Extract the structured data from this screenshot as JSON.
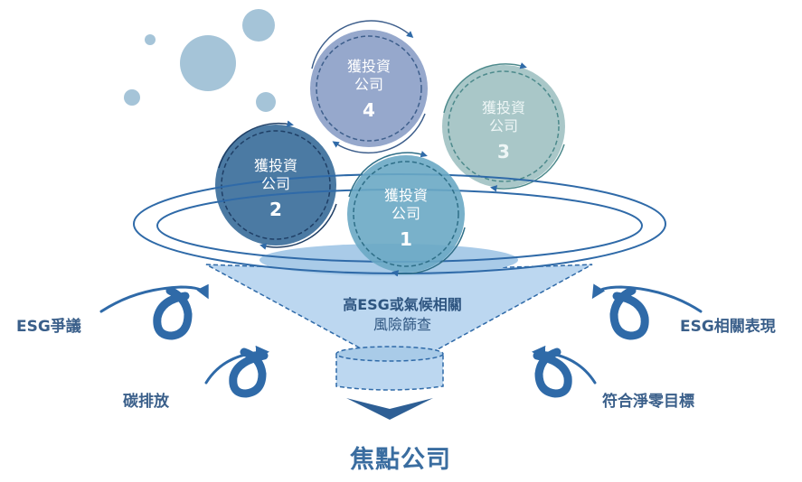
{
  "colors": {
    "navy": "#3a5f8a",
    "steel": "#5b8bb8",
    "funnel_fill": "#bcd7f0",
    "funnel_edge": "#2f6aa8",
    "arrow": "#2f6aa8",
    "ball1": "#6aa9c4",
    "ball2": "#4b7aa3",
    "ball3": "#a9c7c8",
    "ball4": "#96a8cc",
    "bubble": "#a5c4d8"
  },
  "companies": [
    {
      "label": "獲投資\n公司",
      "line1": "獲投資",
      "line2": "公司",
      "number": "1"
    },
    {
      "label": "獲投資\n公司",
      "line1": "獲投資",
      "line2": "公司",
      "number": "2"
    },
    {
      "label": "獲投資\n公司",
      "line1": "獲投資",
      "line2": "公司",
      "number": "3"
    },
    {
      "label": "獲投資\n公司",
      "line1": "獲投資",
      "line2": "公司",
      "number": "4"
    }
  ],
  "funnel": {
    "line1": "高ESG或氣候相關",
    "line2": "風險篩查"
  },
  "inputs": {
    "left_top": "ESG爭議",
    "left_bottom": "碳排放",
    "right_top": "ESG相關表現",
    "right_bottom": "符合淨零目標"
  },
  "result": "焦點公司"
}
